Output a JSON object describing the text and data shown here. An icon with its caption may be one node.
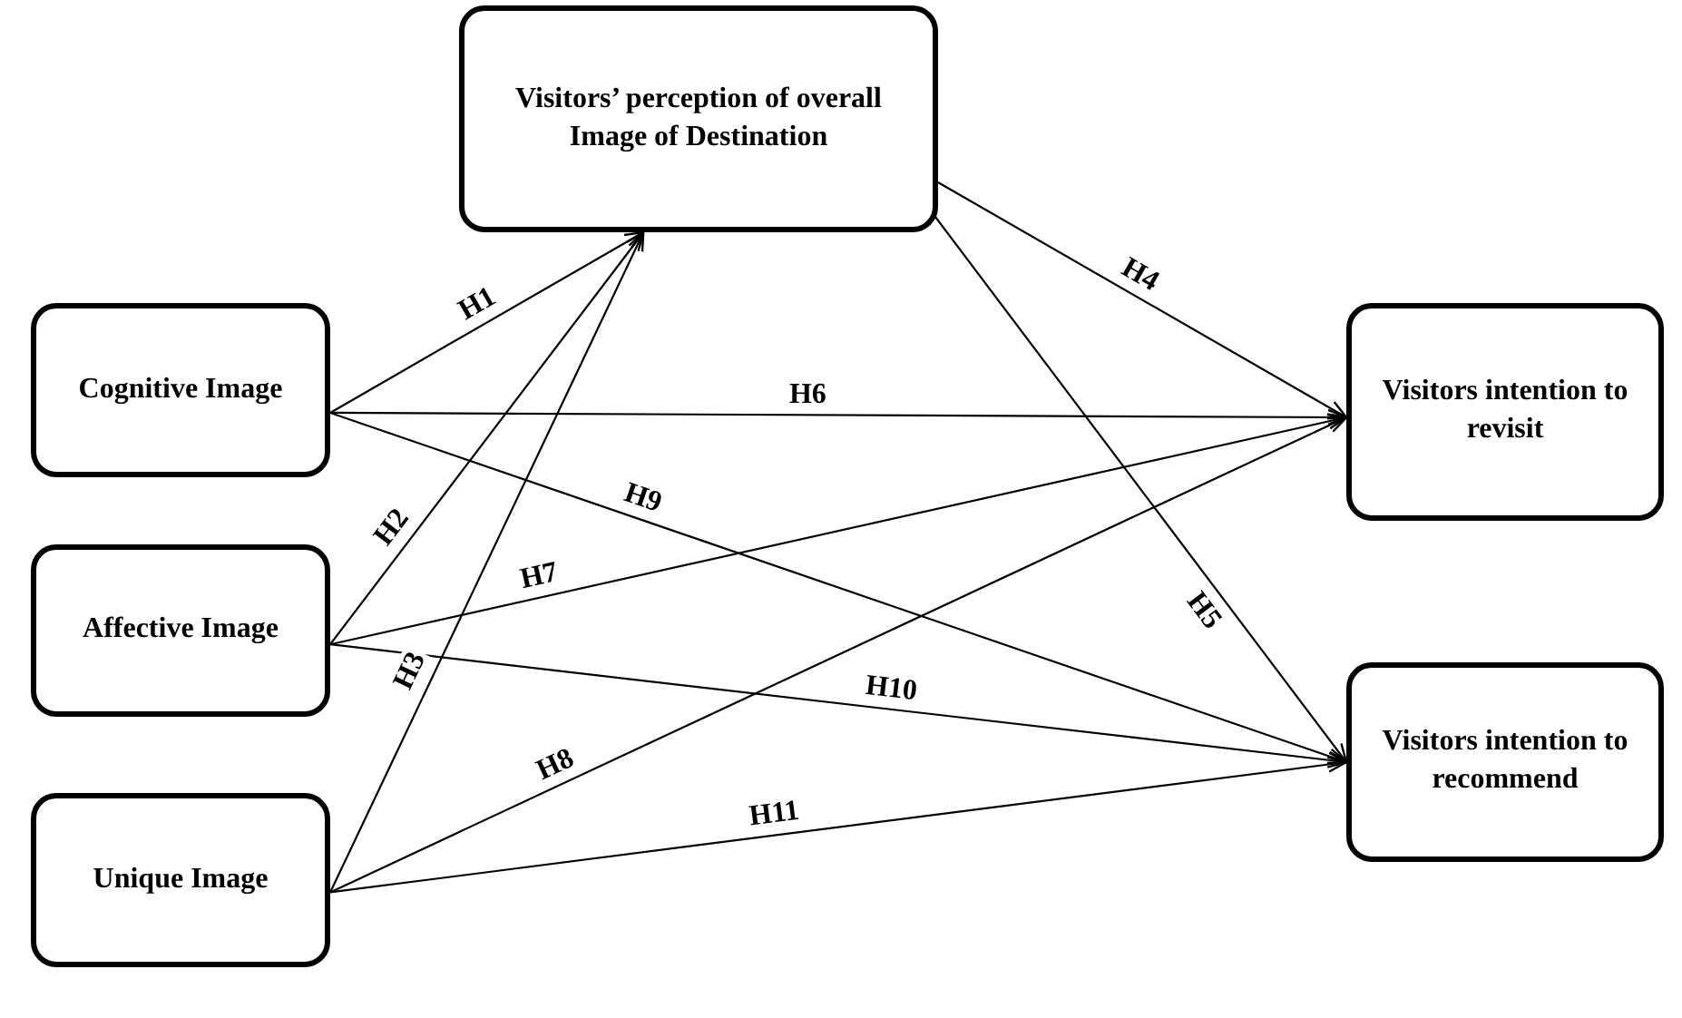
{
  "diagram": {
    "nodes": [
      {
        "text": [
          "Cognitive Image"
        ]
      },
      {
        "text": [
          "Affective Image"
        ]
      },
      {
        "text": [
          "Unique Image"
        ]
      },
      {
        "text": [
          "Visitors’ perception of overall Image of Destination"
        ]
      },
      {
        "text": [
          "Visitors intention to revisit"
        ]
      },
      {
        "text": [
          "Visitors intention to recommend"
        ]
      }
    ],
    "edges": [
      {
        "from": 0,
        "to": 3,
        "arrow": "to",
        "label": "H1"
      },
      {
        "from": 1,
        "to": 3,
        "arrow": "to",
        "label": "H2"
      },
      {
        "from": 2,
        "to": 3,
        "arrow": "to",
        "label": "H3"
      },
      {
        "from": 3,
        "to": 4,
        "arrow": "to",
        "label": "H4"
      },
      {
        "from": 3,
        "to": 5,
        "arrow": "to",
        "label": "H5"
      },
      {
        "from": 0,
        "to": 4,
        "arrow": "to",
        "label": "H6"
      },
      {
        "from": 1,
        "to": 4,
        "arrow": "to",
        "label": "H7"
      },
      {
        "from": 2,
        "to": 4,
        "arrow": "to",
        "label": "H8"
      },
      {
        "from": 0,
        "to": 5,
        "arrow": "to",
        "label": "H9"
      },
      {
        "from": 1,
        "to": 5,
        "arrow": "to",
        "label": "H10"
      },
      {
        "from": 2,
        "to": 5,
        "arrow": "to",
        "label": "H11"
      }
    ]
  }
}
